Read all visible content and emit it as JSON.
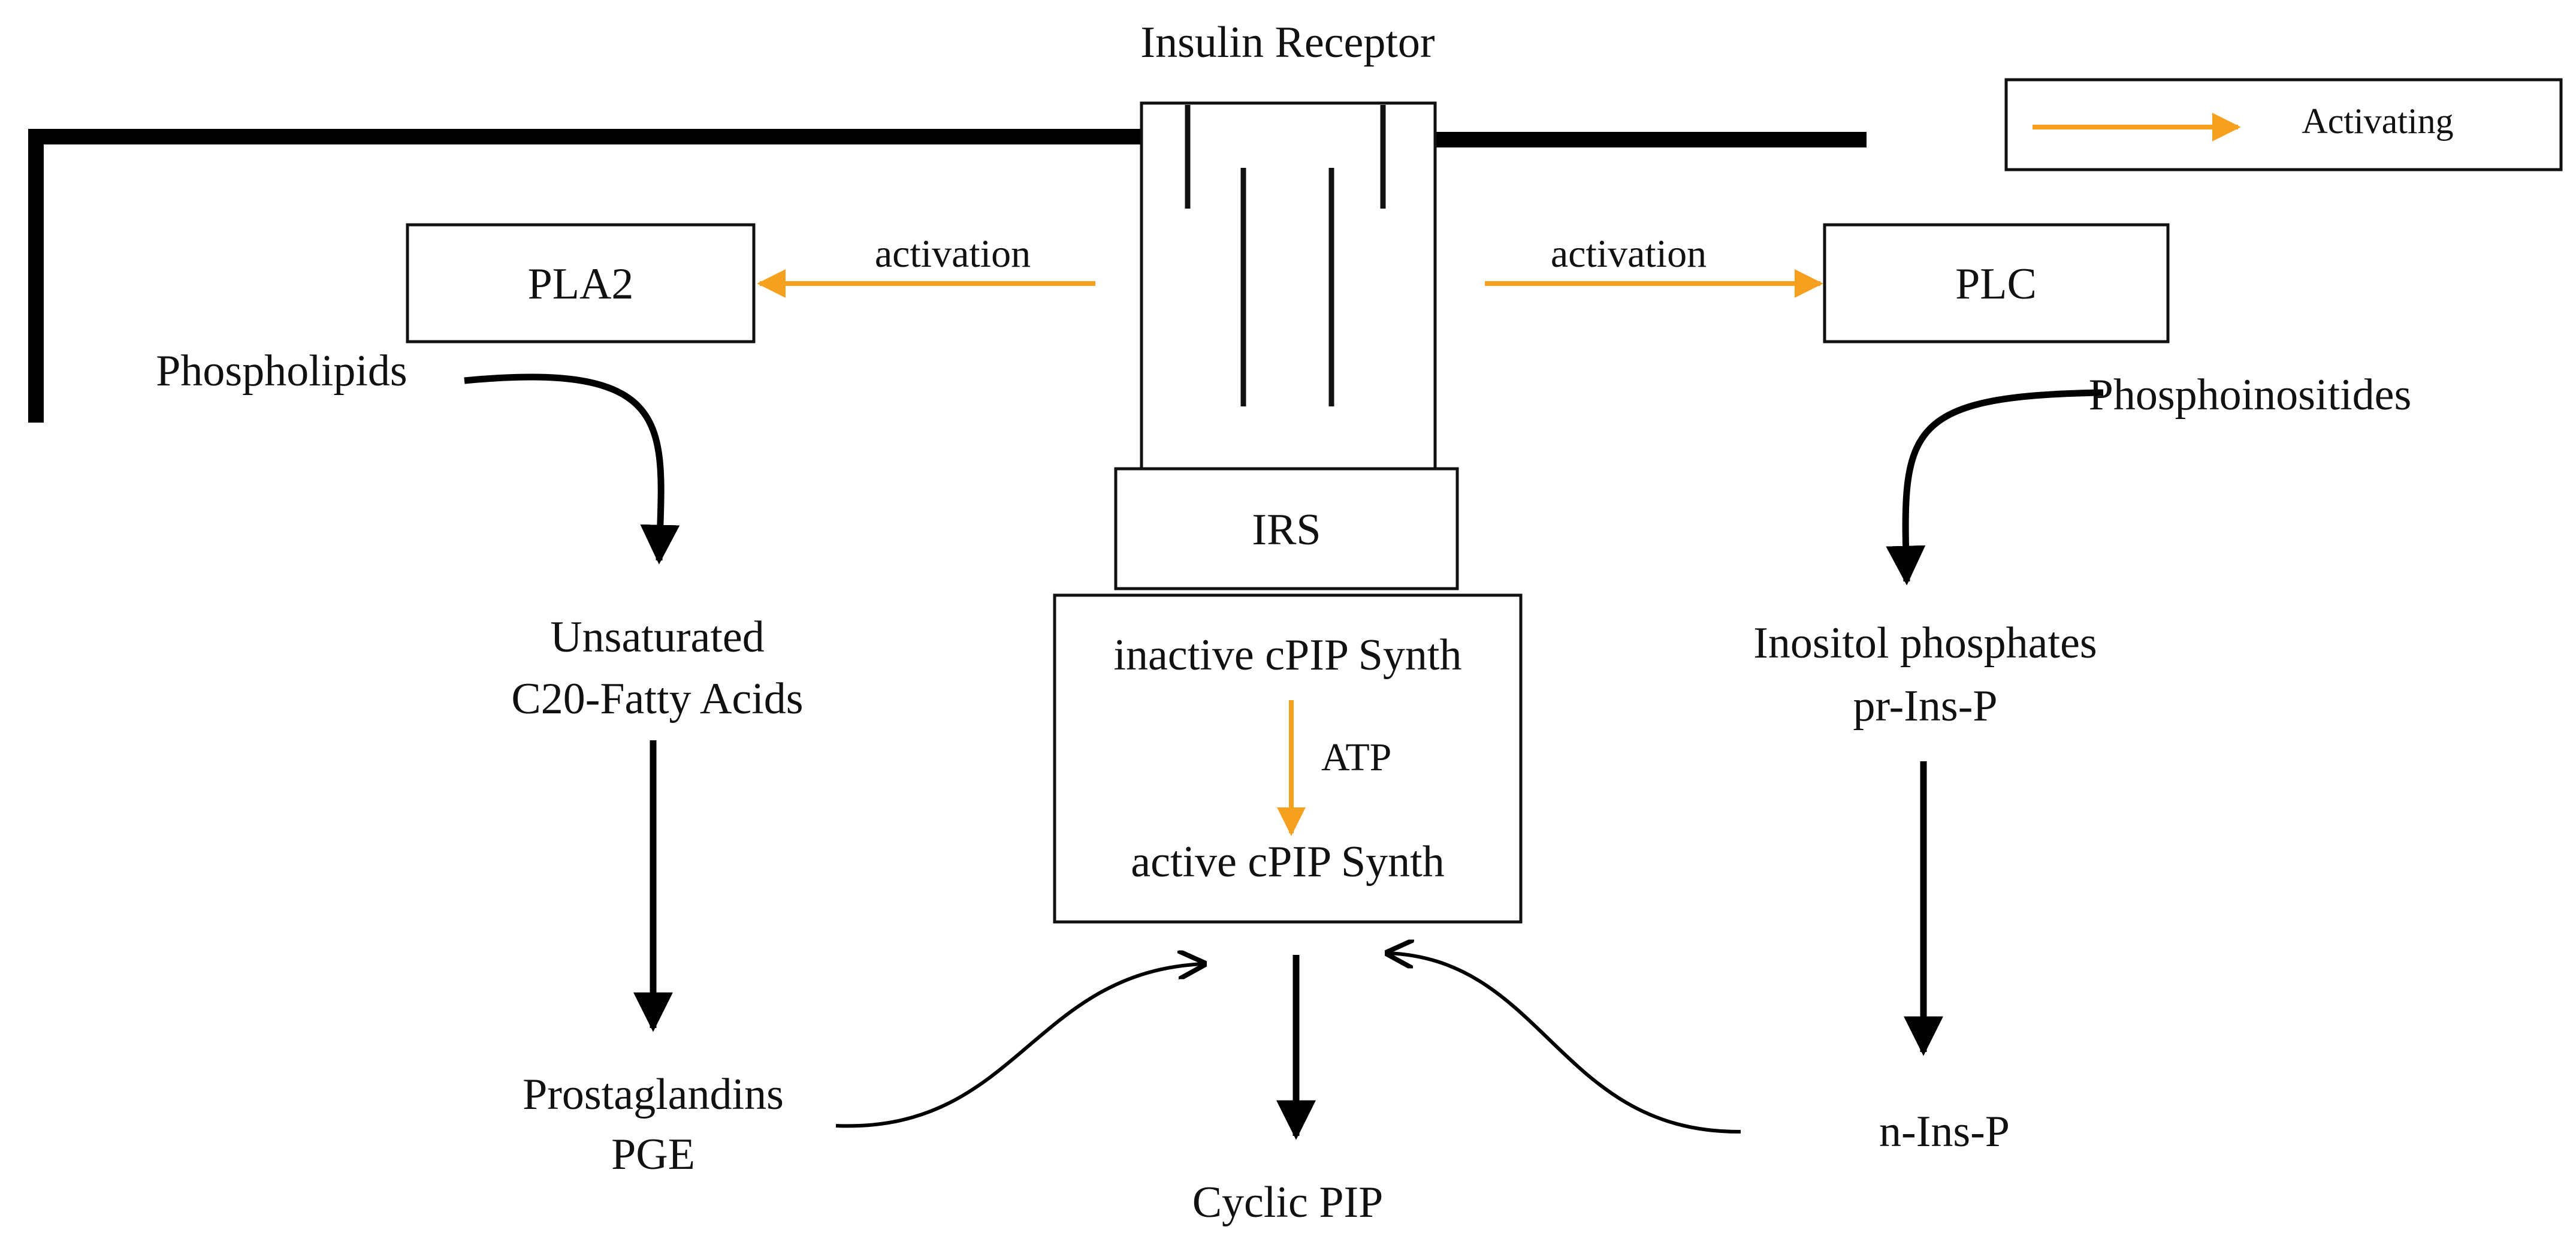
{
  "title": "Insulin Receptor",
  "legend": {
    "label": "Activating",
    "color": "#f5a11f"
  },
  "colors": {
    "activating": "#f5a11f",
    "pathway": "#000000"
  },
  "nodes": {
    "pla2": "PLA2",
    "plc": "PLC",
    "irs": "IRS",
    "inactive_synth": "inactive cPIP Synth",
    "atp": "ATP",
    "active_synth": "active cPIP Synth",
    "phospholipids": "Phospholipids",
    "fatty_acids_line1": "Unsaturated",
    "fatty_acids_line2": "C20-Fatty Acids",
    "prostaglandins_line1": "Prostaglandins",
    "prostaglandins_line2": "PGE",
    "phosphoinositides": "Phosphoinositides",
    "inositol_line1": "Inositol phosphates",
    "inositol_line2": "pr-Ins-P",
    "n_ins_p": "n-Ins-P",
    "cyclic_pip": "Cyclic PIP"
  },
  "edges": {
    "left_activation": "activation",
    "right_activation": "activation"
  }
}
